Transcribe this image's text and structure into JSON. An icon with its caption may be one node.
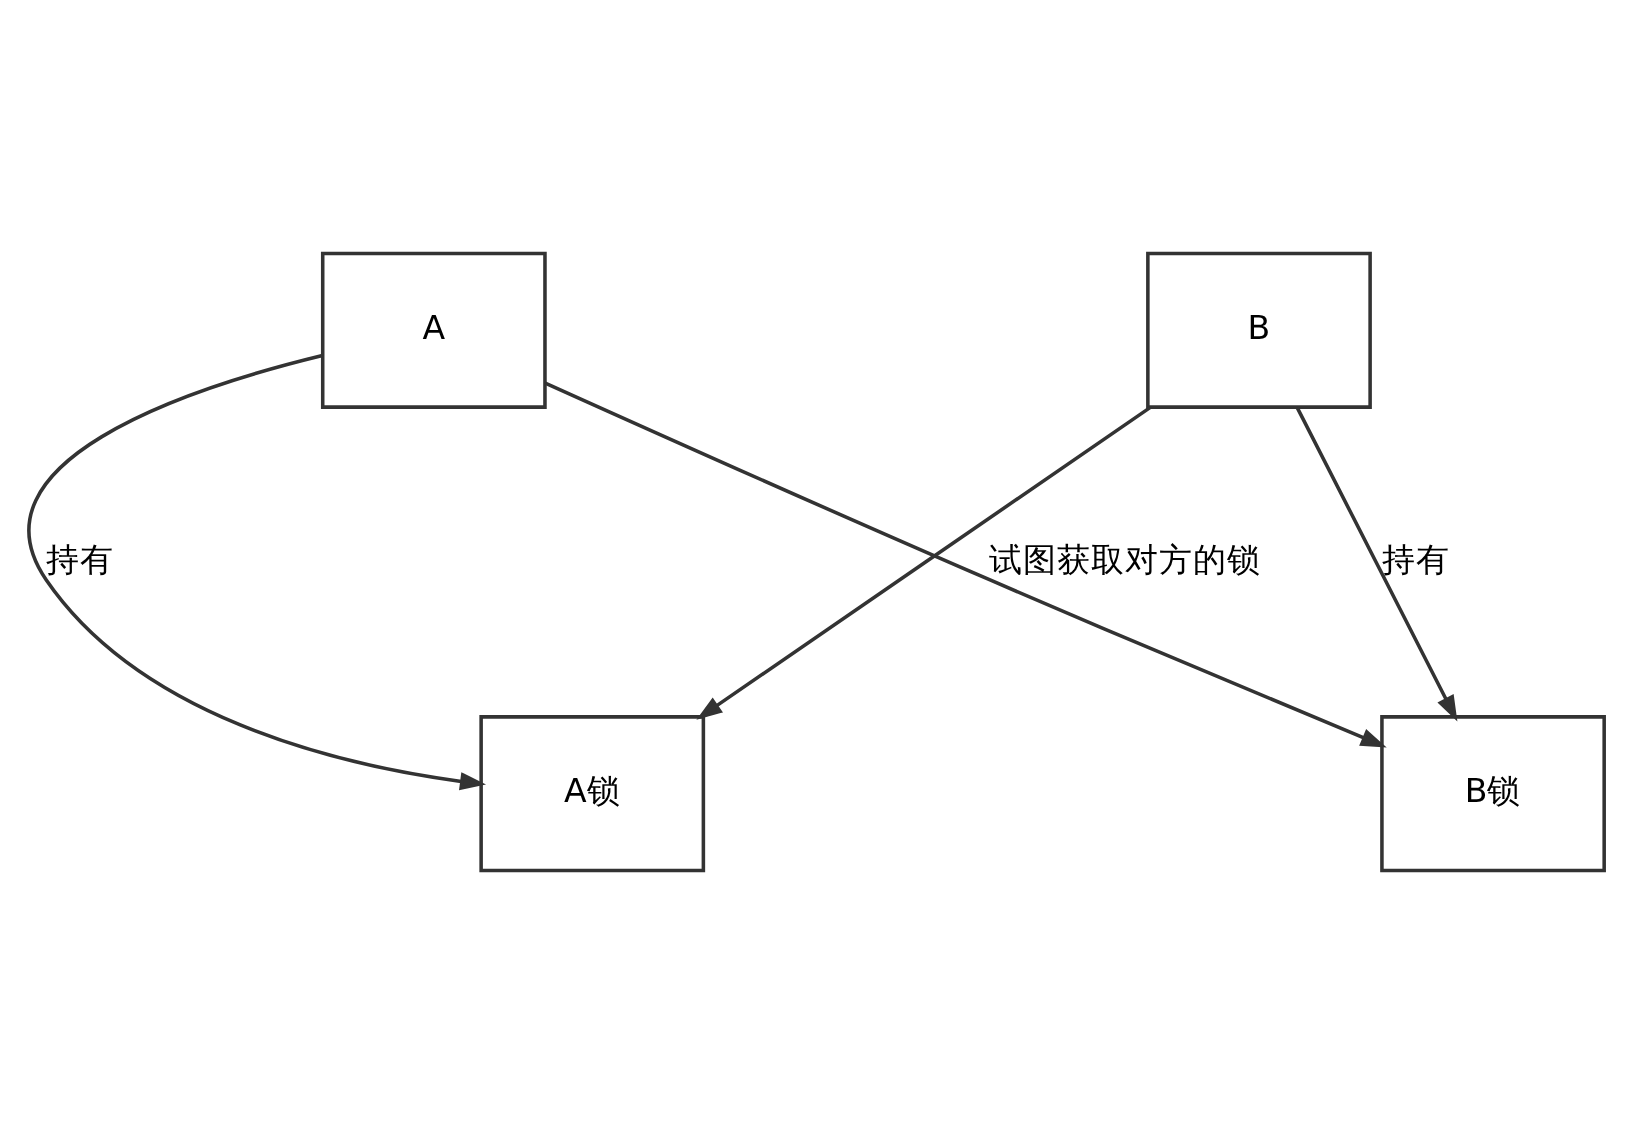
{
  "diagram": {
    "nodes": [
      {
        "text": [
          "A"
        ]
      },
      {
        "text": [
          "B"
        ]
      },
      {
        "text": [
          "A锁"
        ]
      },
      {
        "text": [
          "B锁"
        ]
      }
    ],
    "edges": [
      {
        "from": 0,
        "to": 2,
        "arrow": "to",
        "label": "持有"
      },
      {
        "from": 0,
        "to": 3,
        "arrow": "to",
        "label": "试图获取对方的锁"
      },
      {
        "from": 1,
        "to": 2,
        "arrow": "to"
      },
      {
        "from": 1,
        "to": 3,
        "arrow": "to",
        "label": "持有"
      }
    ]
  }
}
